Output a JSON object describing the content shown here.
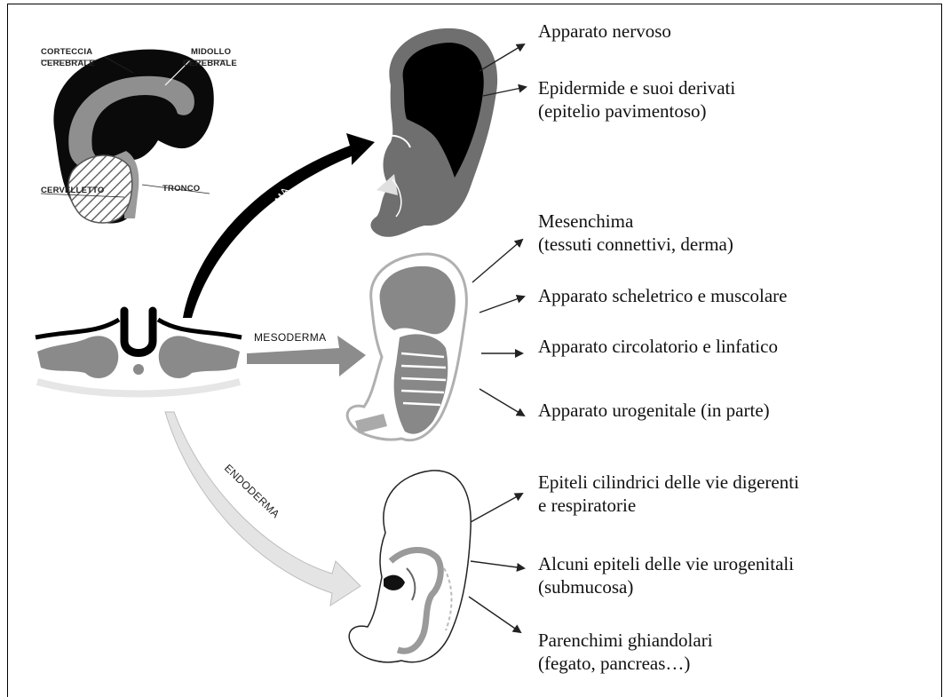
{
  "brain": {
    "cortex_1": "CORTECCIA",
    "cortex_2": "CEREBRALE",
    "marrow_1": "MIDOLLO",
    "marrow_2": "CEREBRALE",
    "cerebellum": "CERVELLETTO",
    "trunk": "TRONCO"
  },
  "layers": {
    "ectoderm": "ECTODERMA",
    "mesoderm": "MESODERMA",
    "endoderm": "ENDODERMA"
  },
  "ectoderm_derivatives": [
    {
      "line1": "Apparato nervoso",
      "line2": ""
    },
    {
      "line1": "Epidermide e suoi derivati",
      "line2": "(epitelio pavimentoso)"
    }
  ],
  "mesoderm_derivatives": [
    {
      "line1": "Mesenchima",
      "line2": "(tessuti connettivi, derma)"
    },
    {
      "line1": "Apparato scheletrico e muscolare",
      "line2": ""
    },
    {
      "line1": "Apparato circolatorio e linfatico",
      "line2": ""
    },
    {
      "line1": "Apparato urogenitale (in parte)",
      "line2": ""
    }
  ],
  "endoderm_derivatives": [
    {
      "line1": "Epiteli cilindrici delle vie digerenti",
      "line2": "e respiratorie"
    },
    {
      "line1": "Alcuni epiteli delle vie urogenitali",
      "line2": "(submucosa)"
    },
    {
      "line1": "Parenchimi ghiandolari",
      "line2": "(fegato, pancreas…)"
    }
  ]
}
